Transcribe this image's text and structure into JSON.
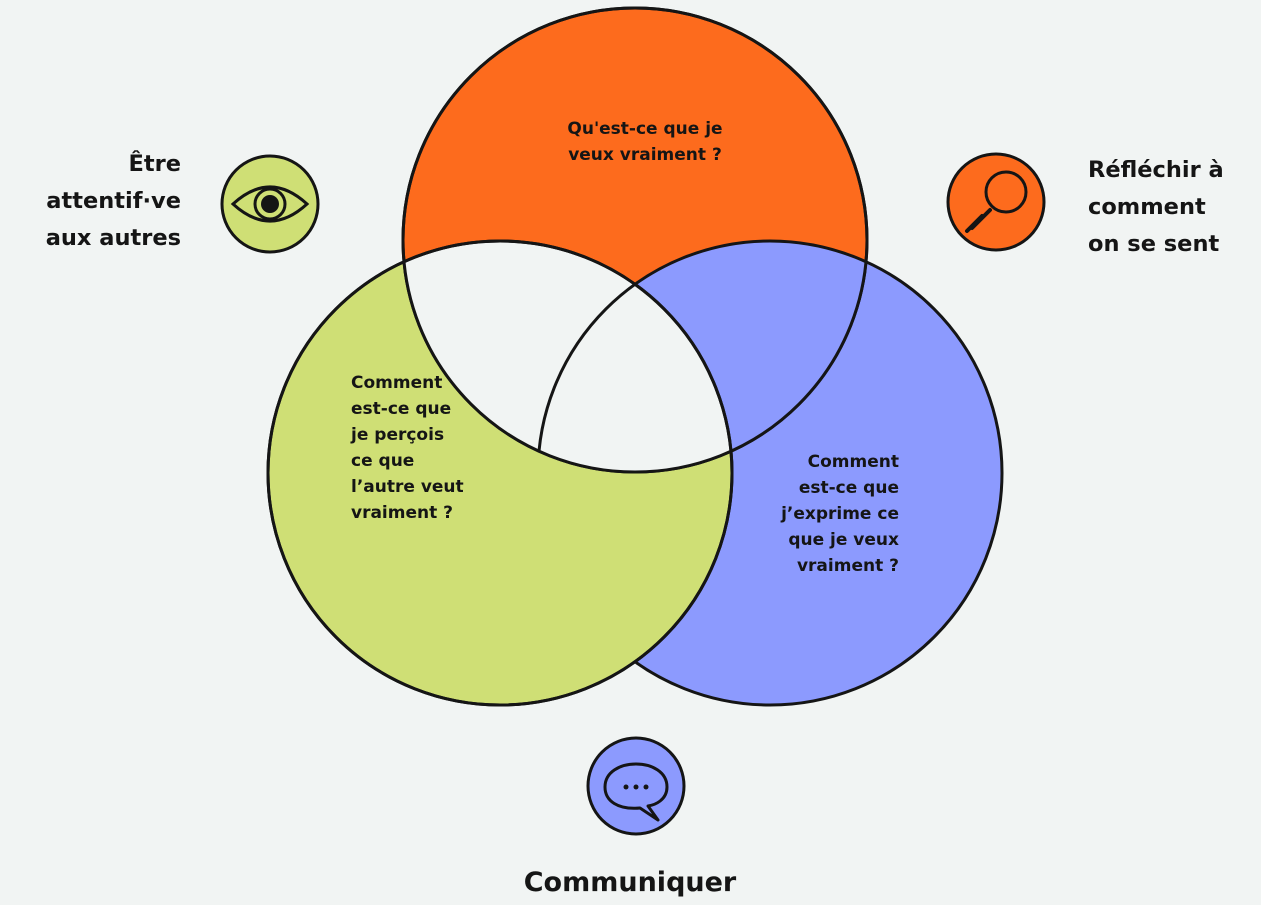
{
  "colors": {
    "background": "#f1f4f3",
    "orange": "#fd6b1d",
    "green": "#cfdf75",
    "blue": "#8c9afe",
    "outline": "#151515"
  },
  "circles": {
    "top": {
      "text": "Qu'est-ce que je\nveux vraiment ?",
      "color": "orange"
    },
    "left": {
      "text": "Comment\nest-ce que\nje perçois\nce que\nl’autre veut\nvraiment ?",
      "color": "green"
    },
    "right": {
      "text": "Comment\nest-ce que\nj’exprime ce\nque je veux\nvraiment ?",
      "color": "blue"
    }
  },
  "themes": {
    "attentive": {
      "text": "Être\nattentif·ve\naux autres",
      "icon": "eye-icon",
      "color": "green"
    },
    "reflect": {
      "text": "Réfléchir à\ncomment\non se sent",
      "icon": "magnifier-icon",
      "color": "orange"
    },
    "communicate": {
      "text": "Communiquer",
      "icon": "speech-bubble-icon",
      "color": "blue"
    }
  }
}
